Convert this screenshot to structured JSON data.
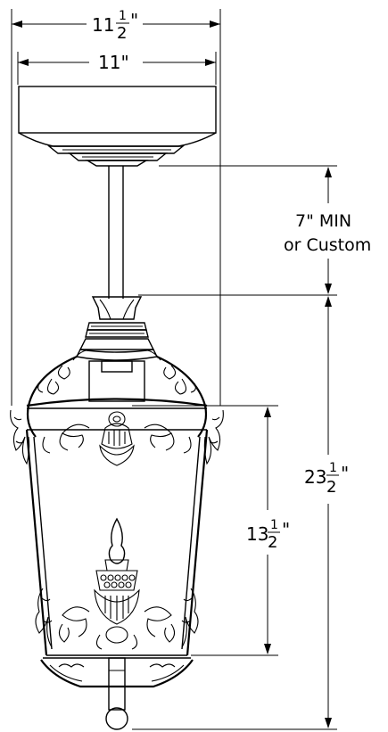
{
  "dimensions": {
    "overall_width": {
      "whole": "11",
      "num": "1",
      "den": "2",
      "mark": "\""
    },
    "canopy_width": {
      "text": "11\""
    },
    "chain_length": {
      "line1": "7\" MIN",
      "line2": "or Custom"
    },
    "body_height": {
      "whole": "13",
      "num": "1",
      "den": "2",
      "mark": "\""
    },
    "overall_height": {
      "whole": "23",
      "num": "1",
      "den": "2",
      "mark": "\""
    }
  }
}
